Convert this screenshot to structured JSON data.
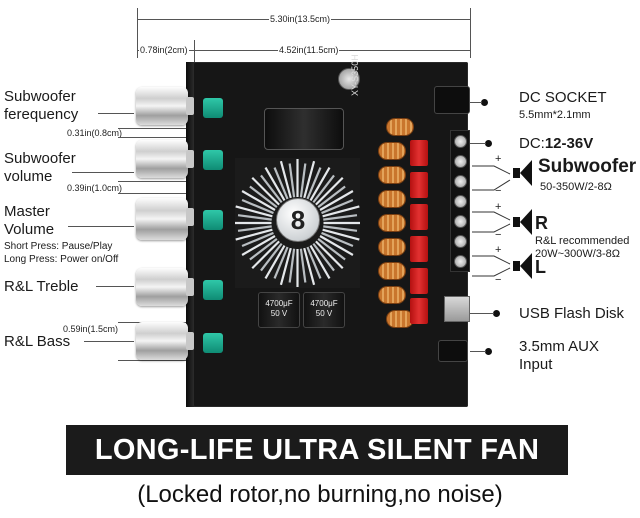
{
  "dimensions": {
    "total_width": "5.30in(13.5cm)",
    "inner_width": "4.52in(11.5cm)",
    "left_margin": "0.78in(2cm)",
    "gap1": "0.31in(0.8cm)",
    "gap2": "0.39in(1.0cm)",
    "gap3": "0.59in(1.5cm)"
  },
  "left_labels": {
    "subwoofer_frequency": [
      "Subwoofer",
      "ferequency"
    ],
    "subwoofer_volume": [
      "Subwoofer",
      "volume"
    ],
    "master_volume": [
      "Master",
      "Volume"
    ],
    "master_short_press": "Short Press: Pause/Play",
    "master_long_press": "Long Press: Power on/Off",
    "rl_treble": "R&L Treble",
    "rl_bass": "R&L Bass"
  },
  "right_labels": {
    "dc_socket_title": "DC SOCKET",
    "dc_socket_spec": "5.5mm*2.1mm",
    "dc_prefix": "DC:",
    "dc_voltage": "12-36V",
    "subwoofer_title": "Subwoofer",
    "subwoofer_spec": "50-350W/2-8Ω",
    "r_title": "R",
    "rl_recommended": "R&L recommended",
    "rl_spec": "20W~300W/3-8Ω",
    "l_title": "L",
    "usb": "USB Flash Disk",
    "aux": [
      "3.5mm AUX",
      "Input"
    ],
    "plus_sign": "+",
    "minus_sign": "−"
  },
  "board": {
    "model_text": "XY-S350H",
    "cap_value": "4700μF",
    "cap_voltage": "50 V",
    "logo_glyph": "8"
  },
  "banner": {
    "headline": "LONG-LIFE ULTRA SILENT FAN",
    "subline": "(Locked rotor,no burning,no noise)"
  },
  "colors": {
    "board": "#161616",
    "pot": "#1fae92",
    "inductor": "#d88a3c",
    "capacitor_red": "#d42222",
    "banner_bg": "#1b1b1b"
  }
}
